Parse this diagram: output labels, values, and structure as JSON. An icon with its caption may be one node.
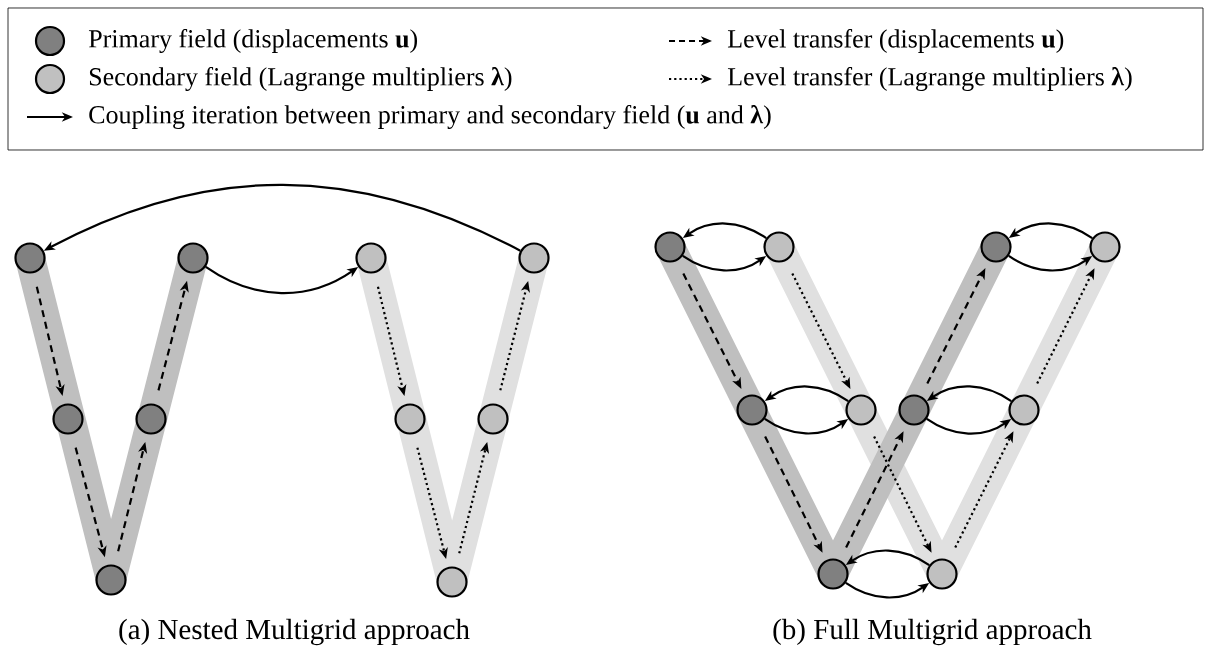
{
  "diagram": {
    "nodes": [
      {
        "text": [],
        "shape": "circle"
      },
      {
        "text": [],
        "shape": "circle"
      },
      {
        "text": [],
        "shape": "circle"
      },
      {
        "text": [],
        "shape": "circle"
      },
      {
        "text": [],
        "shape": "circle"
      },
      {
        "text": [],
        "shape": "circle"
      },
      {
        "text": [],
        "shape": "circle"
      },
      {
        "text": [],
        "shape": "circle"
      },
      {
        "text": [],
        "shape": "circle"
      },
      {
        "text": [],
        "shape": "circle"
      },
      {
        "text": [],
        "shape": "circle"
      },
      {
        "text": [],
        "shape": "circle"
      },
      {
        "text": [],
        "shape": "circle"
      },
      {
        "text": [],
        "shape": "circle"
      },
      {
        "text": [],
        "shape": "circle"
      },
      {
        "text": [],
        "shape": "circle"
      },
      {
        "text": [],
        "shape": "circle"
      },
      {
        "text": [],
        "shape": "circle"
      },
      {
        "text": [],
        "shape": "circle"
      },
      {
        "text": [],
        "shape": "circle"
      }
    ],
    "edges": [
      {
        "from": 0,
        "to": 1,
        "arrow": "to",
        "style": "dashed"
      },
      {
        "from": 1,
        "to": 2,
        "arrow": "to",
        "style": "dashed"
      },
      {
        "from": 2,
        "to": 3,
        "arrow": "to",
        "style": "dashed"
      },
      {
        "from": 3,
        "to": 4,
        "arrow": "to",
        "style": "dashed"
      },
      {
        "from": 4,
        "to": 5,
        "arrow": "to"
      },
      {
        "from": 5,
        "to": 6,
        "arrow": "to",
        "style": "dashed"
      },
      {
        "from": 6,
        "to": 7,
        "arrow": "to",
        "style": "dashed"
      },
      {
        "from": 7,
        "to": 8,
        "arrow": "to",
        "style": "dashed"
      },
      {
        "from": 8,
        "to": 9,
        "arrow": "to",
        "style": "dashed"
      },
      {
        "from": 9,
        "to": 0,
        "arrow": "to"
      },
      {
        "from": 10,
        "to": 11,
        "arrow": "to"
      },
      {
        "from": 11,
        "to": 10,
        "arrow": "to"
      },
      {
        "from": 10,
        "to": 12,
        "arrow": "to",
        "style": "dashed"
      },
      {
        "from": 11,
        "to": 13,
        "arrow": "to",
        "style": "dashed"
      },
      {
        "from": 12,
        "to": 13,
        "arrow": "to"
      },
      {
        "from": 13,
        "to": 12,
        "arrow": "to"
      },
      {
        "from": 12,
        "to": 14,
        "arrow": "to",
        "style": "dashed"
      },
      {
        "from": 13,
        "to": 15,
        "arrow": "to",
        "style": "dashed"
      },
      {
        "from": 14,
        "to": 15,
        "arrow": "to"
      },
      {
        "from": 15,
        "to": 14,
        "arrow": "to"
      },
      {
        "from": 14,
        "to": 16,
        "arrow": "to",
        "style": "dashed"
      },
      {
        "from": 15,
        "to": 17,
        "arrow": "to",
        "style": "dashed"
      },
      {
        "from": 16,
        "to": 17,
        "arrow": "to"
      },
      {
        "from": 17,
        "to": 16,
        "arrow": "to"
      },
      {
        "from": 16,
        "to": 18,
        "arrow": "to",
        "style": "dashed"
      },
      {
        "from": 17,
        "to": 19,
        "arrow": "to",
        "style": "dashed"
      },
      {
        "from": 18,
        "to": 19,
        "arrow": "to"
      },
      {
        "from": 19,
        "to": 18,
        "arrow": "to"
      }
    ],
    "labels": [
      "(a) Nested Multigrid approach",
      "(b) Full Multigrid approach"
    ],
    "legend": [
      {
        "text": "Primary field (displacements **u**)",
        "color": "#808080"
      },
      {
        "text": "Secondary field (Lagrange multipliers **λ**)",
        "color": "#c0c0c0"
      },
      {
        "text": "Coupling iteration between primary and secondary field (**u** and **λ**)"
      },
      {
        "text": "Level transfer (displacements **u**)"
      },
      {
        "text": "Level transfer (Lagrange multipliers **λ**)"
      }
    ]
  }
}
